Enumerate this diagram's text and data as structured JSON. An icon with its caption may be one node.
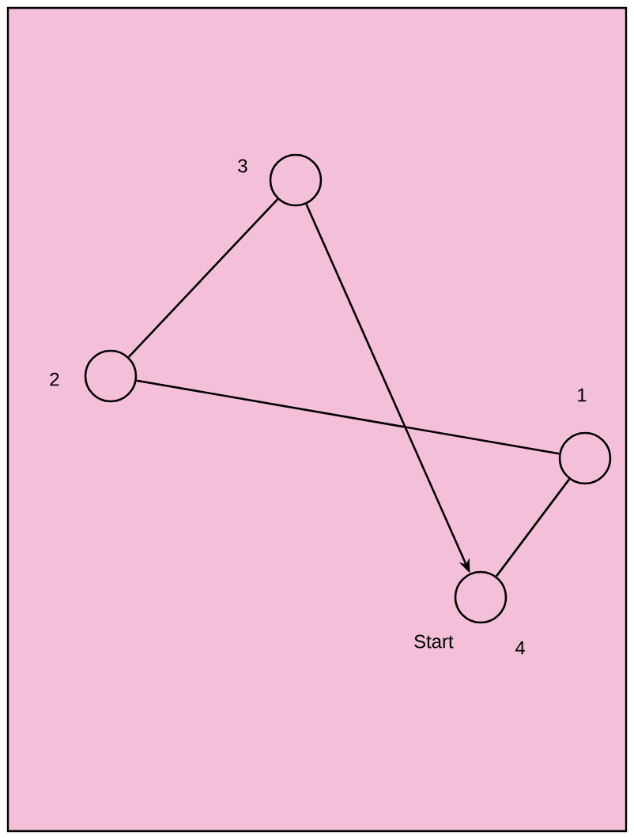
{
  "diagram": {
    "nodes": [
      {
        "text": [],
        "shape": "circle",
        "beside": [
          "3"
        ]
      },
      {
        "text": [],
        "shape": "circle",
        "beside": [
          "2"
        ]
      },
      {
        "text": [],
        "shape": "circle",
        "beside": [
          "1"
        ]
      },
      {
        "text": [],
        "shape": "circle",
        "beside": [
          "Start",
          "4"
        ]
      }
    ],
    "edges": [
      {
        "from": 0,
        "to": 1,
        "arrow": "none"
      },
      {
        "from": 1,
        "to": 2,
        "arrow": "none"
      },
      {
        "from": 2,
        "to": 3,
        "arrow": "none"
      },
      {
        "from": 0,
        "to": 3,
        "arrow": "to"
      }
    ]
  }
}
